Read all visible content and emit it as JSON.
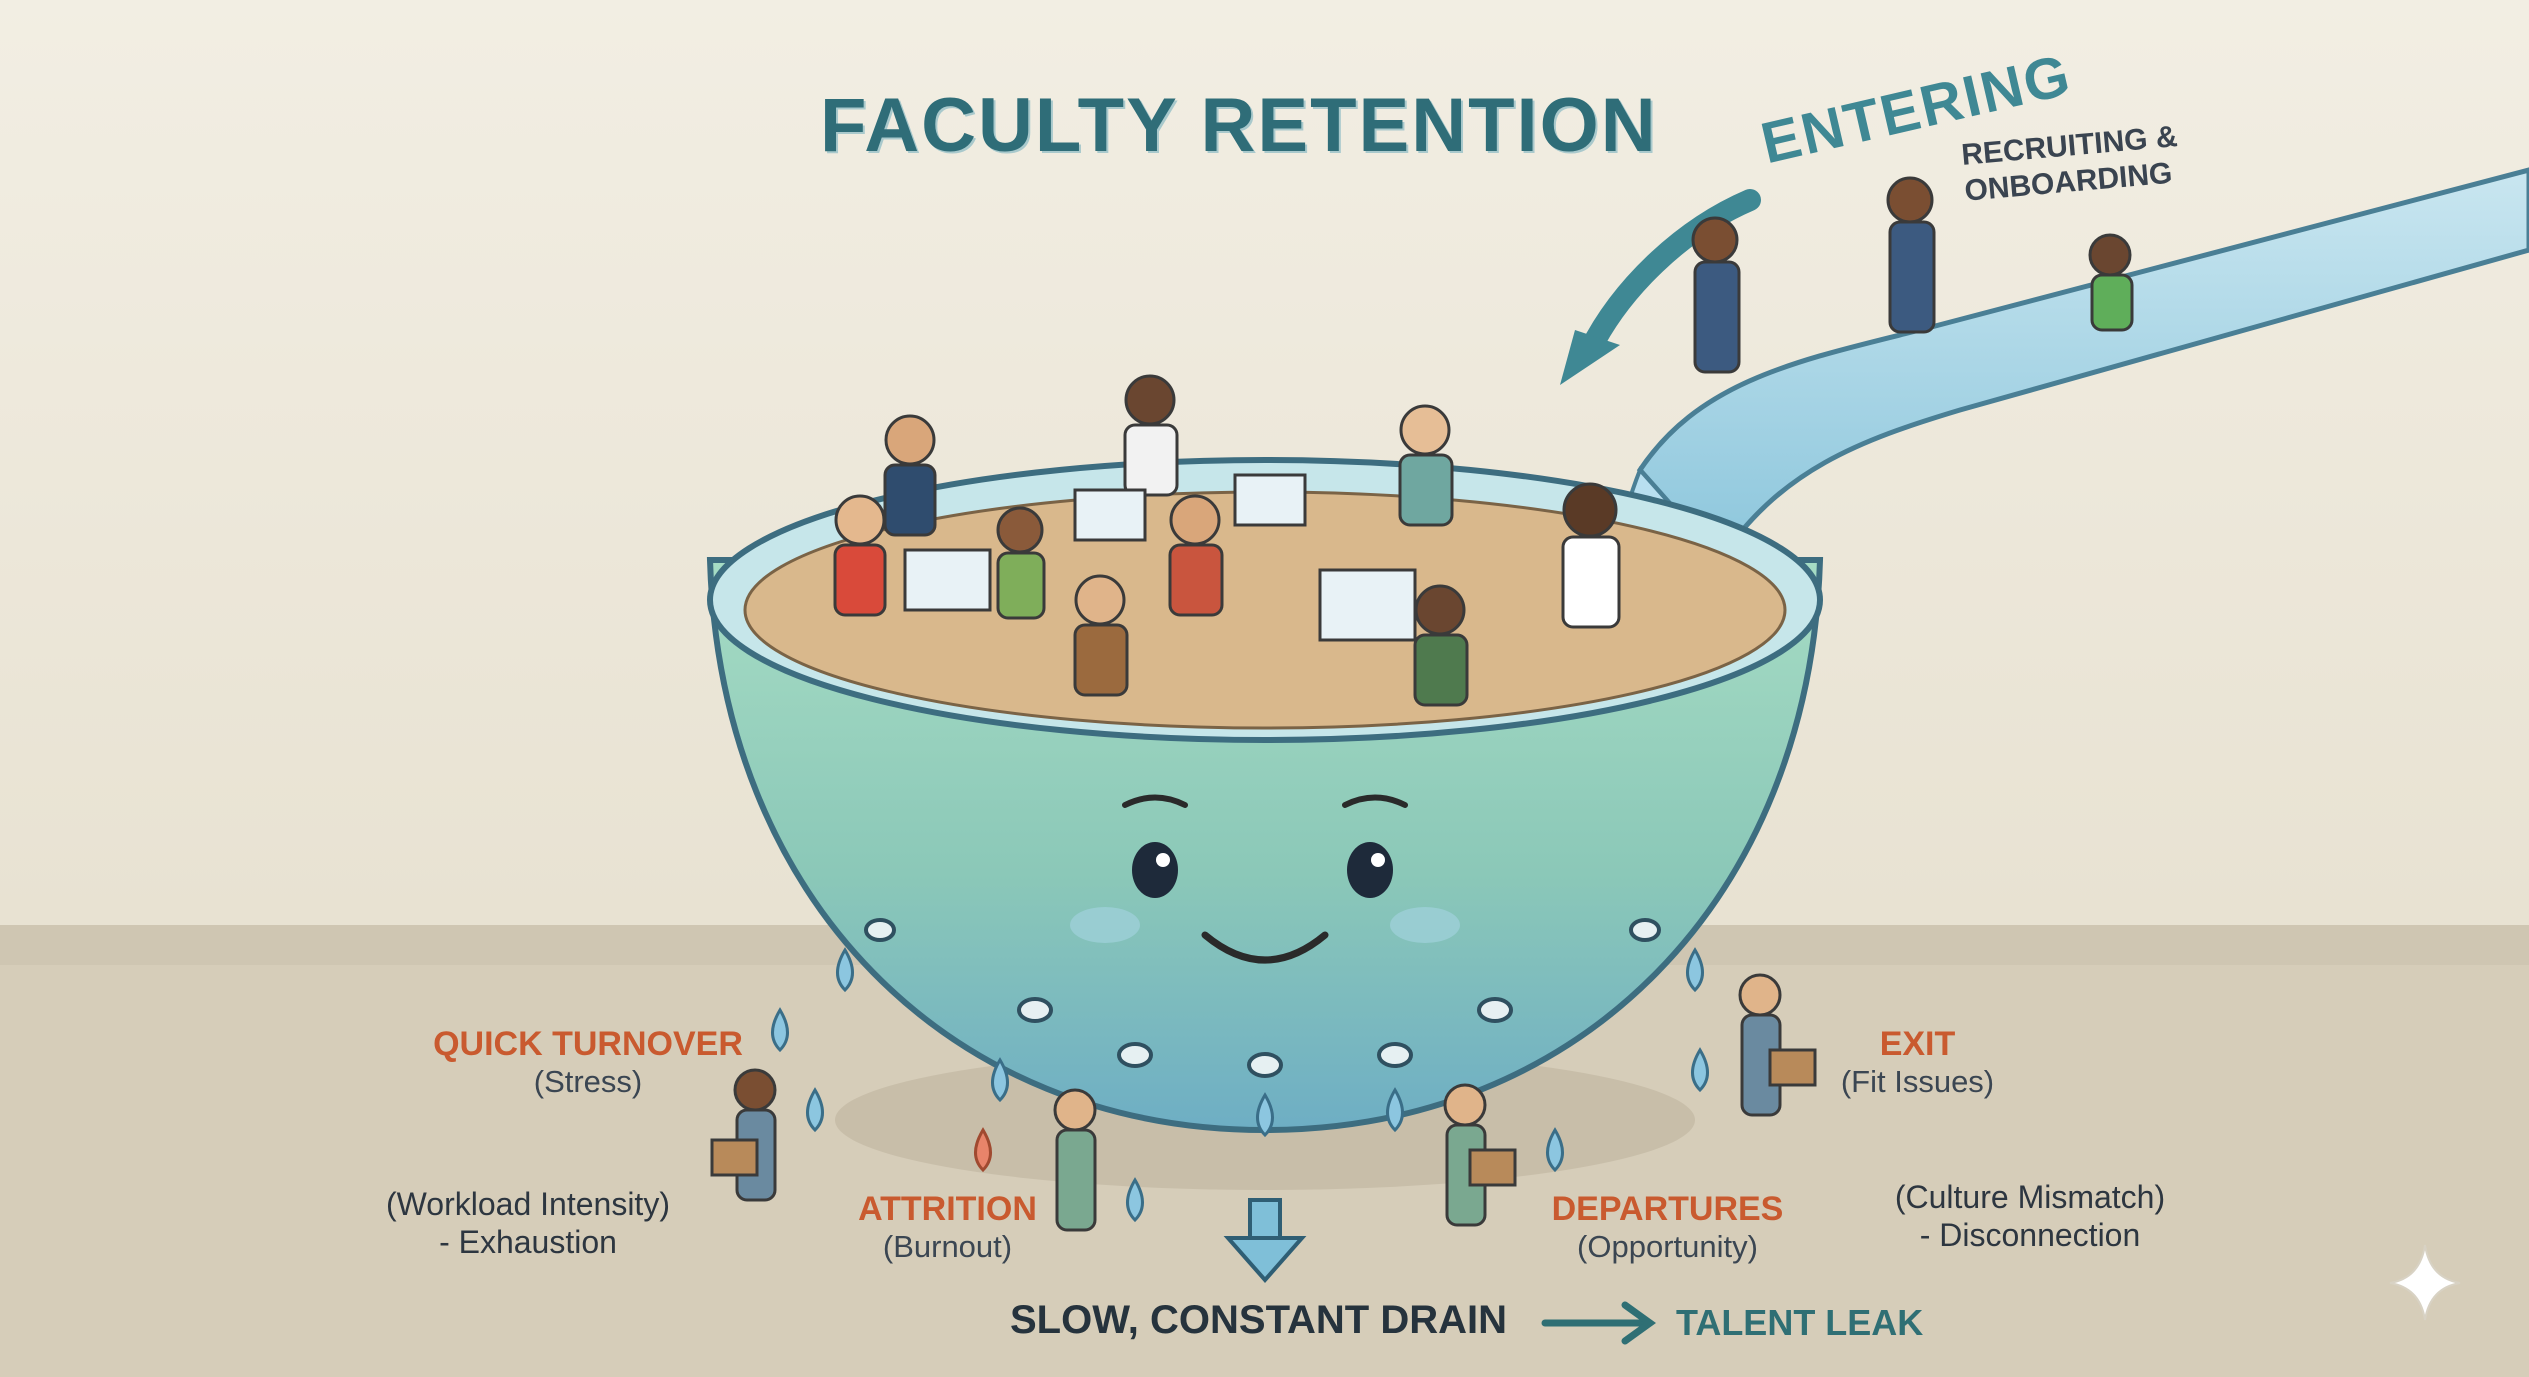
{
  "title": "FACULTY RETENTION",
  "entering": {
    "label": "ENTERING",
    "sub_line1": "RECRUITING &",
    "sub_line2": "ONBOARDING"
  },
  "leaks": [
    {
      "label": "QUICK TURNOVER",
      "sub": "(Stress)",
      "note_line1": "(Workload Intensity)",
      "note_line2": "- Exhaustion"
    },
    {
      "label": "ATTRITION",
      "sub": "(Burnout)"
    },
    {
      "label": "DEPARTURES",
      "sub": "(Opportunity)"
    },
    {
      "label": "EXIT",
      "sub": "(Fit Issues)",
      "note_line1": "(Culture Mismatch)",
      "note_line2": "- Disconnection"
    }
  ],
  "bottom": {
    "drain": "SLOW, CONSTANT DRAIN",
    "leak": "TALENT LEAK"
  },
  "colors": {
    "background": "#efeade",
    "floor": "#d6cdb9",
    "bowl": "#8fcfb8",
    "water": "#9fd4e6",
    "title": "#2f6d78",
    "leak_label": "#c95a2f"
  },
  "icons": [
    "curved-arrow-icon",
    "down-arrow-icon",
    "right-arrow-icon",
    "sparkle-icon",
    "water-drop-icon"
  ]
}
